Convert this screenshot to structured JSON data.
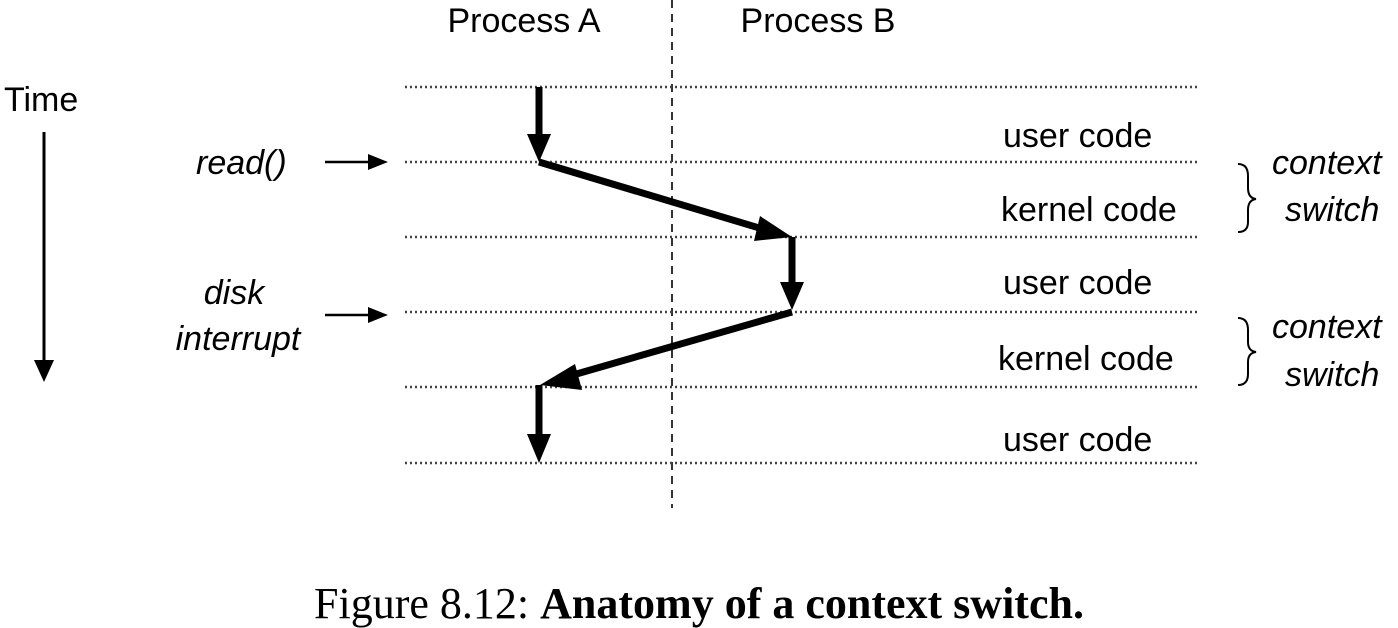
{
  "header": {
    "process_a": "Process A",
    "process_b": "Process B"
  },
  "axis": {
    "time_label": "Time"
  },
  "events": {
    "read": "read()",
    "disk_line1": "disk",
    "disk_line2": "interrupt"
  },
  "regions": [
    {
      "label": "user code"
    },
    {
      "label": "kernel code"
    },
    {
      "label": "user code"
    },
    {
      "label": "kernel code"
    },
    {
      "label": "user code"
    }
  ],
  "brackets": [
    {
      "line1": "context",
      "line2": "switch"
    },
    {
      "line1": "context",
      "line2": "switch"
    }
  ],
  "caption": {
    "prefix": "Figure 8.12: ",
    "title": "Anatomy of a context switch."
  }
}
